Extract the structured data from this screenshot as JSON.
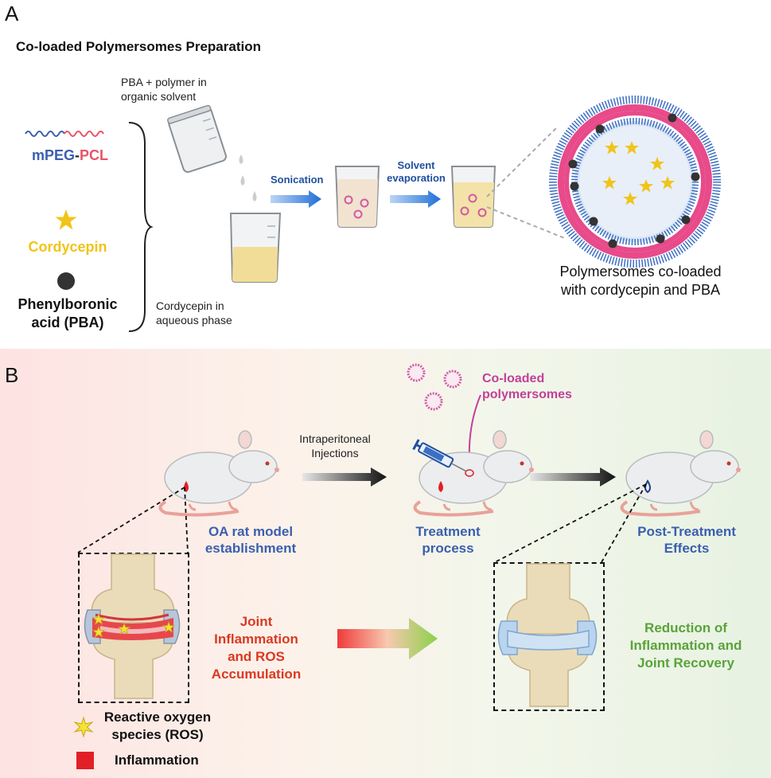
{
  "panel_a": {
    "letter": "A",
    "title": "Co-loaded Polymersomes Preparation",
    "legend": {
      "polymer": {
        "part1": "mPEG",
        "dash": "-",
        "part2": "PCL"
      },
      "drug": "Cordycepin",
      "pba_line1": "Phenylboronic",
      "pba_line2": "acid (PBA)"
    },
    "organic_line1": "PBA + polymer in",
    "organic_line2": "organic solvent",
    "aqueous_line1": "Cordycepin in",
    "aqueous_line2": "aqueous phase",
    "step1": "Sonication",
    "step2_line1": "Solvent",
    "step2_line2": "evaporation",
    "result_line1": "Polymersomes co-loaded",
    "result_line2": "with cordycepin and PBA"
  },
  "panel_b": {
    "letter": "B",
    "injection_line1": "Intraperitoneal",
    "injection_line2": "Injections",
    "coloaded_line1": "Co-loaded",
    "coloaded_line2": "polymersomes",
    "model_line1": "OA rat model",
    "model_line2": "establishment",
    "treatment_line1": "Treatment",
    "treatment_line2": "process",
    "post_line1": "Post-Treatment",
    "post_line2": "Effects",
    "joint_line1": "Joint",
    "joint_line2": "Inflammation",
    "joint_line3": "and ROS",
    "joint_line4": "Accumulation",
    "reduction_line1": "Reduction of",
    "reduction_line2": "Inflammation and",
    "reduction_line3": "Joint Recovery",
    "ros_legend_line1": "Reactive oxygen",
    "ros_legend_line2": "species (ROS)",
    "inflammation_legend": "Inflammation"
  },
  "colors": {
    "blue_text": "#3a5fb0",
    "pink_text": "#e8536a",
    "gold": "#f0c419",
    "red_text": "#d93a22",
    "green_text": "#5aa33a",
    "magenta": "#c2409a",
    "arrow_blue": "#1f6fd6"
  }
}
